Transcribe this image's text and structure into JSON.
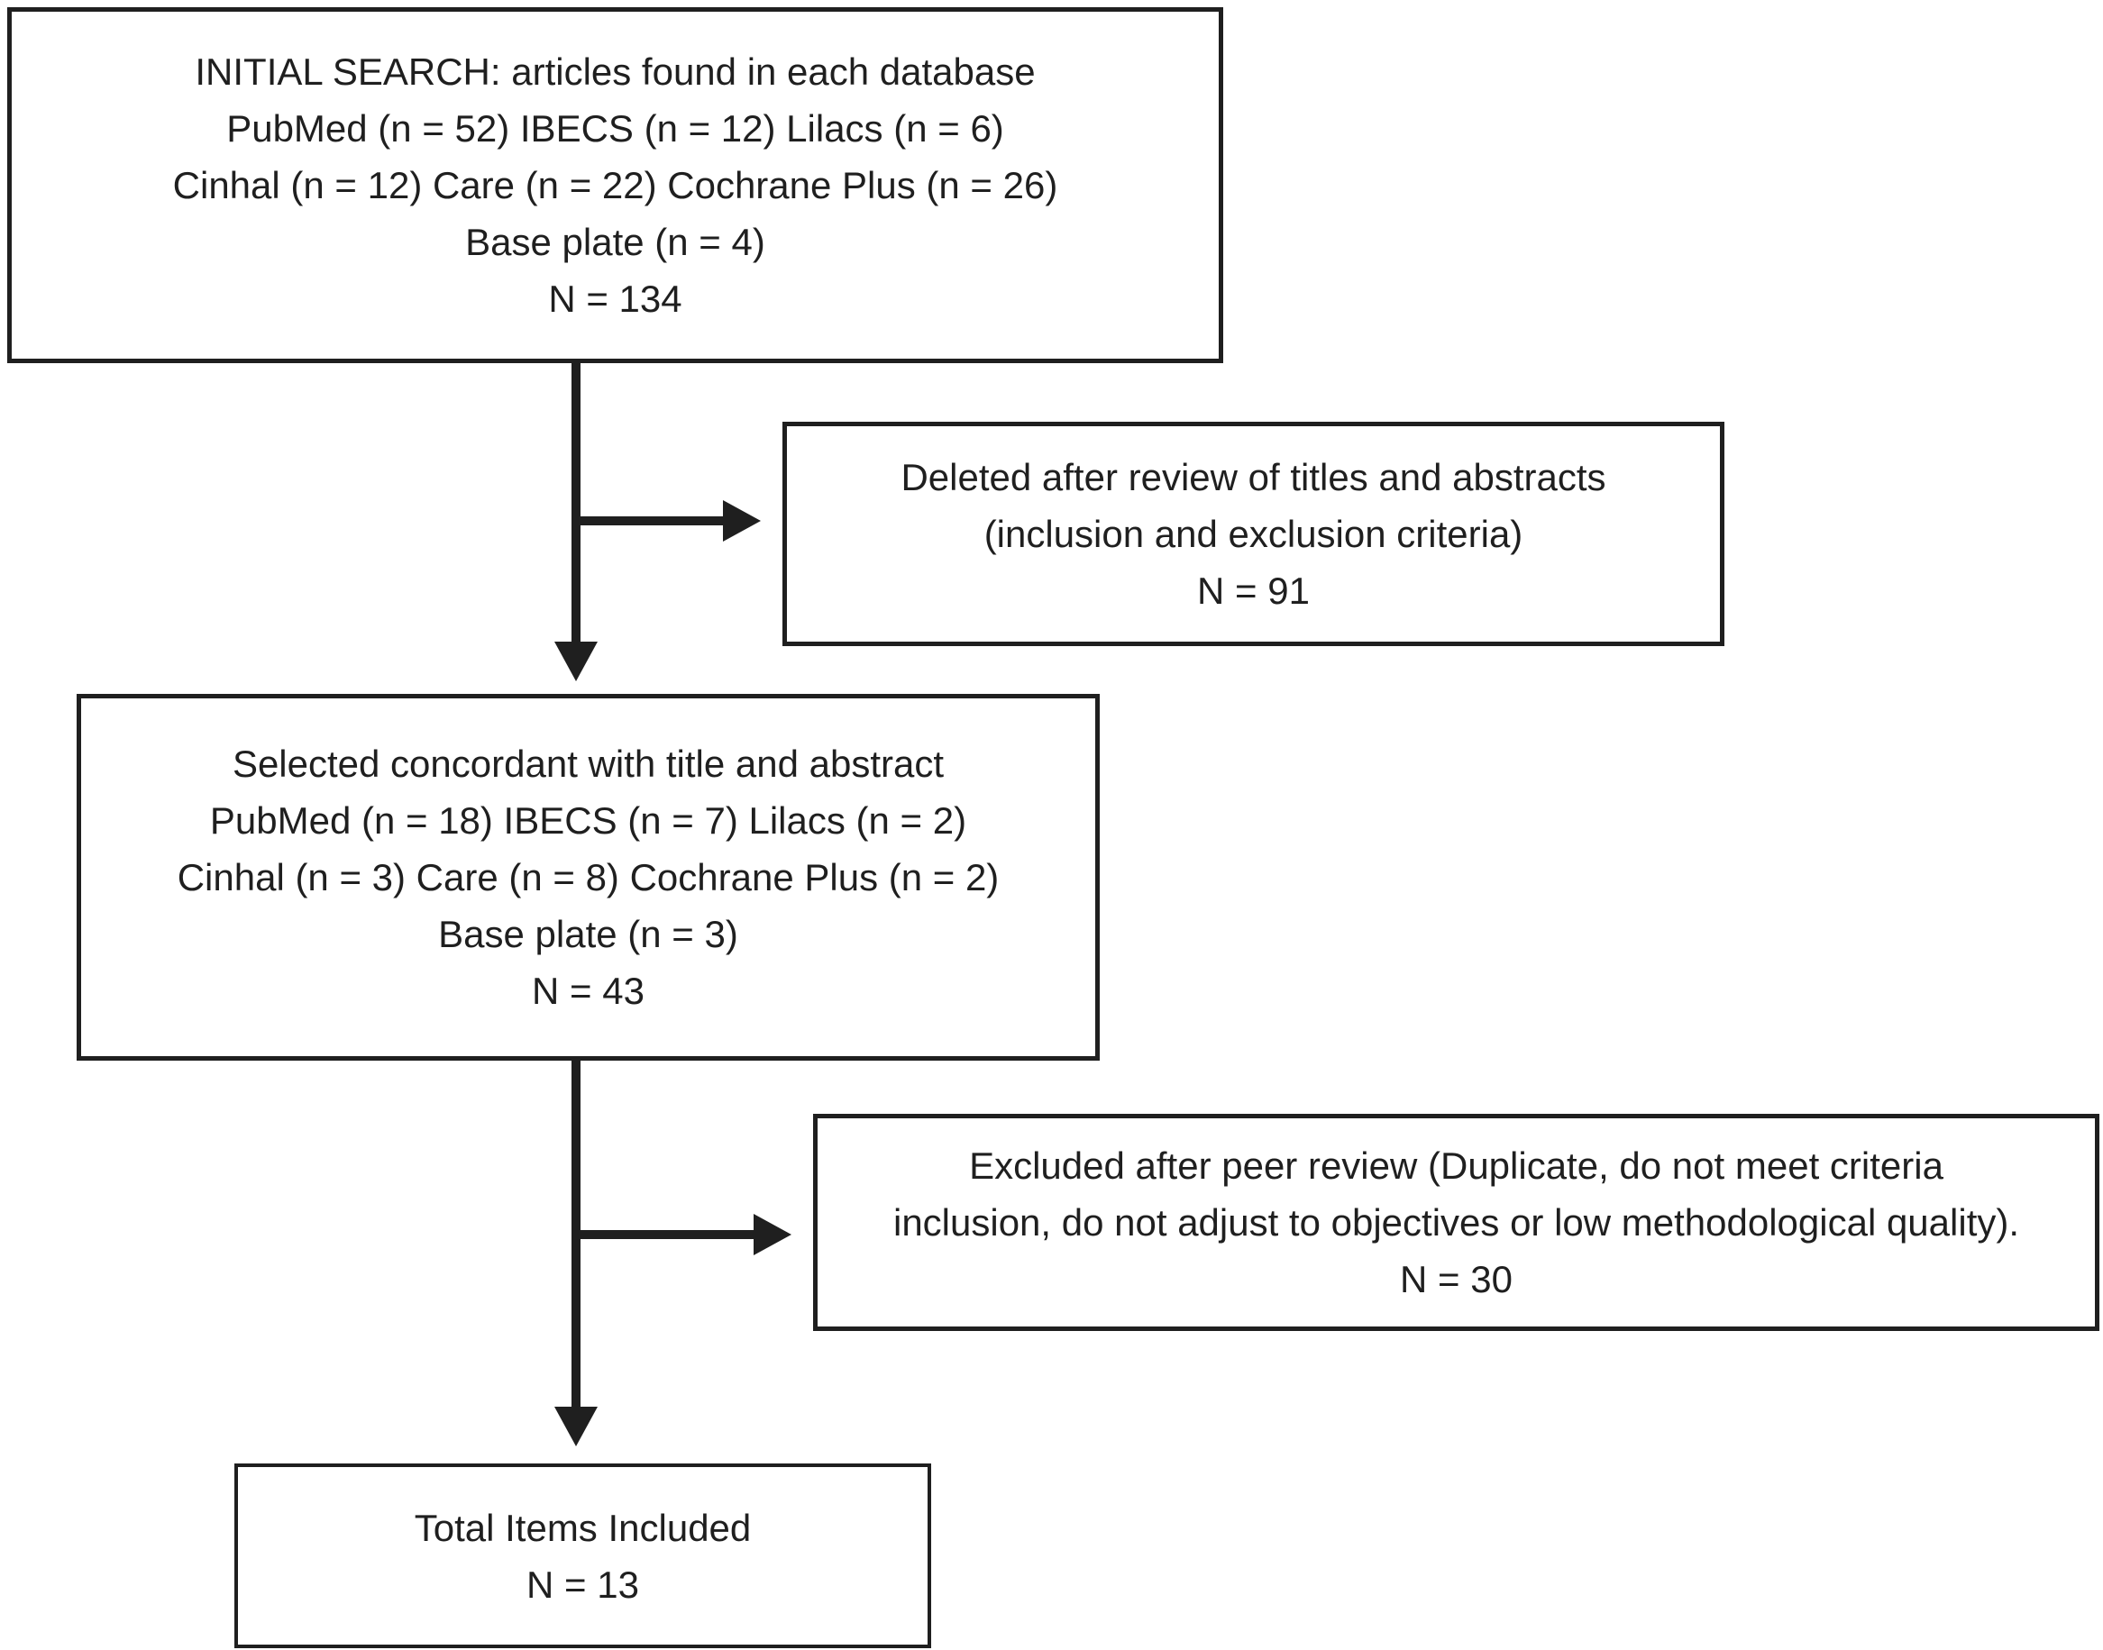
{
  "figure": {
    "type": "study-selection-flowchart",
    "background_color": "#ffffff",
    "ink_color": "#1f1f1f"
  },
  "boxes": {
    "initial": {
      "lines": [
        "INITIAL SEARCH: articles found in each database",
        "PubMed (n = 52) IBECS (n = 12) Lilacs (n = 6)",
        "Cinhal (n = 12) Care (n = 22) Cochrane Plus (n = 26)",
        "Base plate (n = 4)",
        "N = 134"
      ]
    },
    "deleted": {
      "lines": [
        "Deleted after review of titles and abstracts",
        "(inclusion and exclusion criteria)",
        "N = 91"
      ]
    },
    "selected": {
      "lines": [
        "Selected concordant with title and abstract",
        "PubMed (n = 18) IBECS (n = 7) Lilacs (n = 2)",
        "Cinhal (n = 3) Care (n = 8) Cochrane Plus (n = 2)",
        "Base plate (n = 3)",
        "N = 43"
      ]
    },
    "excluded": {
      "lines": [
        "Excluded after peer review (Duplicate, do not meet criteria",
        "inclusion, do not adjust to objectives or low methodological quality).",
        "N = 30"
      ]
    },
    "total": {
      "lines": [
        "Total Items Included",
        "N = 13"
      ]
    }
  }
}
